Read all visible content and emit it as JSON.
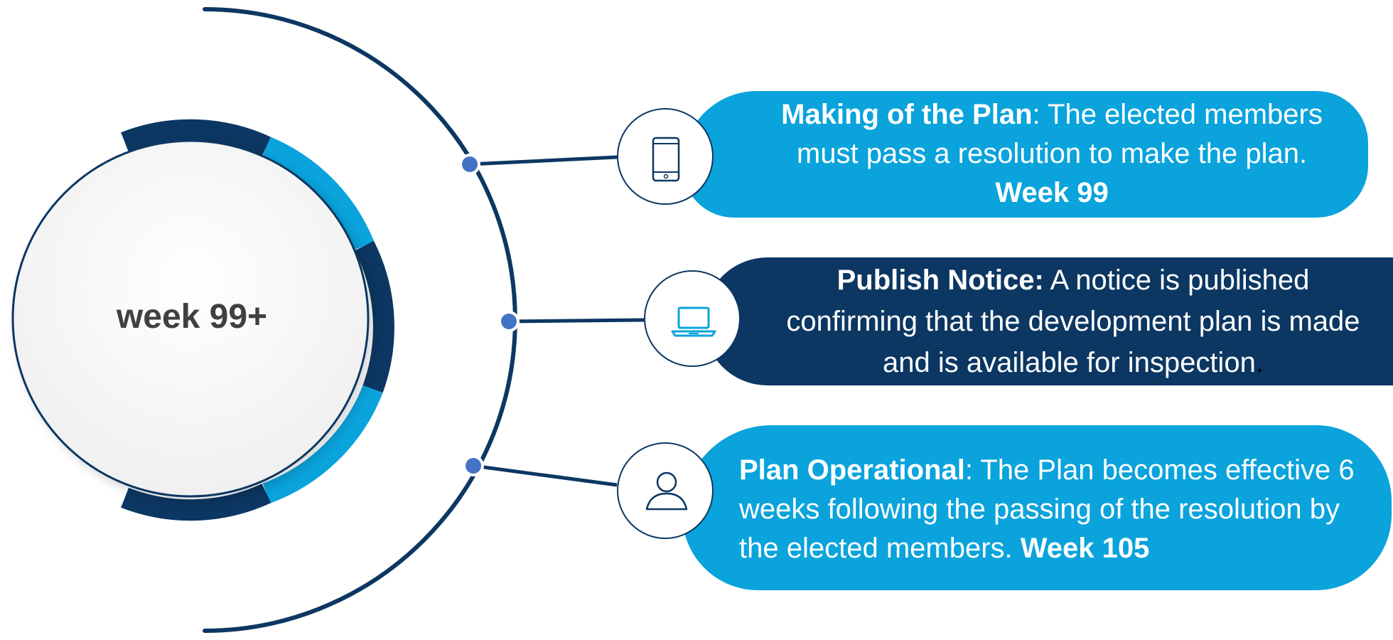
{
  "center": {
    "label": "week 99+"
  },
  "steps": [
    {
      "title": "Making of the Plan",
      "sep": ":",
      "body": " The elected members must pass a resolution to make the plan. ",
      "week": "Week 99",
      "icon": "smartphone-icon"
    },
    {
      "title": "Publish Notice:",
      "sep": "",
      "body": " A notice is published confirming that the development plan is made and is available for inspection",
      "week": "",
      "trail": ".",
      "icon": "laptop-icon"
    },
    {
      "title": "Plan Operational",
      "sep": ":",
      "body": " The Plan becomes effective 6 weeks following the passing of the resolution by the elected members. ",
      "week": "Week 105",
      "icon": "user-icon"
    }
  ],
  "colors": {
    "navy": "#0c3762",
    "sky": "#0aa3dc",
    "dot": "#4472c4",
    "text_dark": "#404040"
  }
}
